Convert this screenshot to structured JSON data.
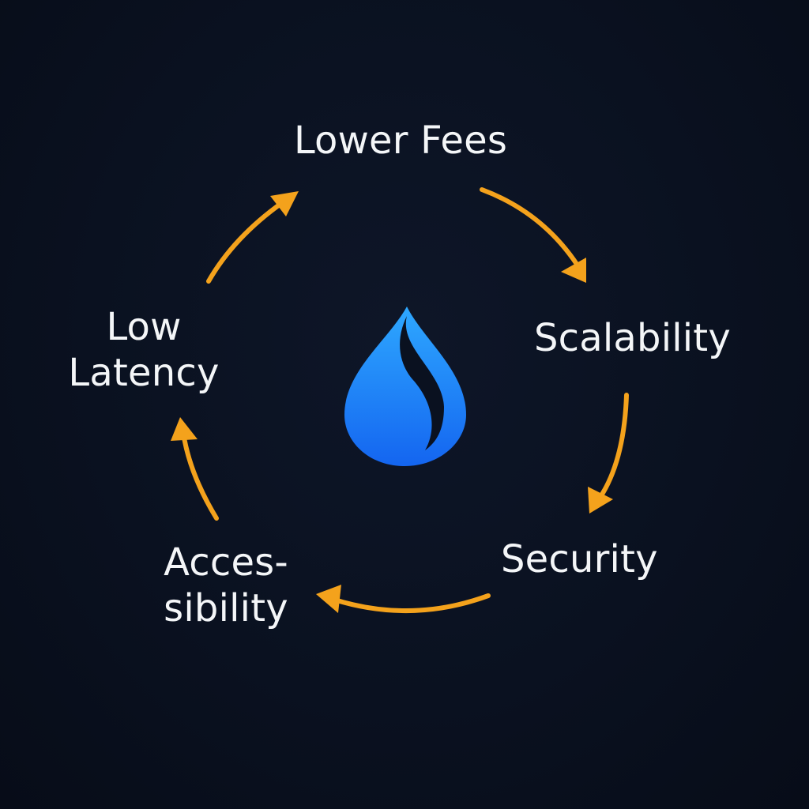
{
  "diagram": {
    "nodes": [
      {
        "id": "lower-fees",
        "lines": [
          "Lower Fees"
        ]
      },
      {
        "id": "scalability",
        "lines": [
          "Scalability"
        ]
      },
      {
        "id": "security",
        "lines": [
          "Security"
        ]
      },
      {
        "id": "accessibility",
        "lines": [
          "Acces-",
          "sibility"
        ]
      },
      {
        "id": "low-latency",
        "lines": [
          "Low",
          "Latency"
        ]
      }
    ],
    "arrow_color": "#f4a21c",
    "text_color": "#f4f6f8",
    "center_icon": "water-drop-icon",
    "center_icon_colors": [
      "#2ea8ff",
      "#1465f0"
    ]
  }
}
